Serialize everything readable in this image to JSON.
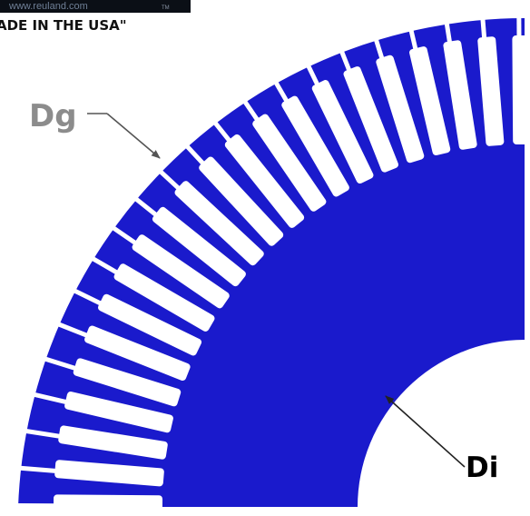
{
  "banner": {
    "url": "www.reuland.com",
    "tm": "TM",
    "background": "#0b0f16"
  },
  "caption": "ADE IN THE USA\"",
  "diagram": {
    "lamination_color": "#1a1acc",
    "slot_color": "#ffffff",
    "slot_count_visible": 22,
    "labels": {
      "outer": "Dg",
      "inner": "Di"
    },
    "label_colors": {
      "outer": "#8c8c8c",
      "inner": "#000000"
    }
  }
}
